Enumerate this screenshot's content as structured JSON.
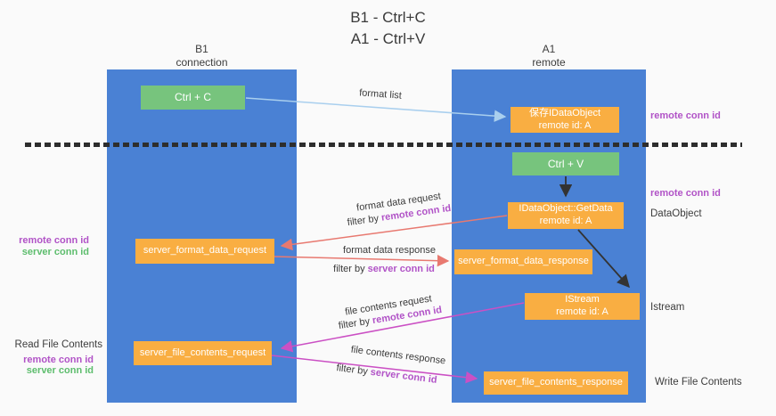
{
  "title": {
    "line1": "B1 - Ctrl+C",
    "line2": "A1 - Ctrl+V"
  },
  "lanes": {
    "left": {
      "name": "B1",
      "role": "connection"
    },
    "right": {
      "name": "A1",
      "role": "remote"
    }
  },
  "boxes": {
    "ctrl_c": "Ctrl + C",
    "ctrl_v": "Ctrl + V",
    "save_idataobject": {
      "line1": "保存IDataObject",
      "line2": "remote id: A"
    },
    "getdata": {
      "line1": "IDataObject::GetData",
      "line2": "remote id: A"
    },
    "istream": {
      "line1": "IStream",
      "line2": "remote id: A"
    },
    "server_format_data_request": "server_format_data_request",
    "server_format_data_response": "server_format_data_response",
    "server_file_contents_request": "server_file_contents_request",
    "server_file_contents_response": "server_file_contents_response"
  },
  "arrow_labels": {
    "format_list": "format list",
    "format_data_request": "format data request",
    "format_data_response": "format data response",
    "file_contents_request": "file contents request",
    "file_contents_response": "file contents response",
    "filter_by": "filter by ",
    "remote_conn_id": "remote conn id",
    "server_conn_id": "server conn id"
  },
  "side_labels": {
    "remote_conn_id": "remote conn id",
    "server_conn_id": "server conn id",
    "dataobject": "DataObject",
    "istream": "Istream",
    "read_file_contents": "Read File Contents",
    "write_file_contents": "Write File Contents"
  },
  "colors": {
    "lane_blue": "#4a81d4",
    "box_orange": "#f9ae42",
    "box_green": "#77c47d",
    "arrow_lightblue": "#a9cfee",
    "arrow_salmon": "#e87970",
    "arrow_magenta": "#cb50c4",
    "arrow_black": "#333333",
    "text_purple": "#b153c7",
    "text_green": "#5dbd6d",
    "background": "#fafafa"
  }
}
